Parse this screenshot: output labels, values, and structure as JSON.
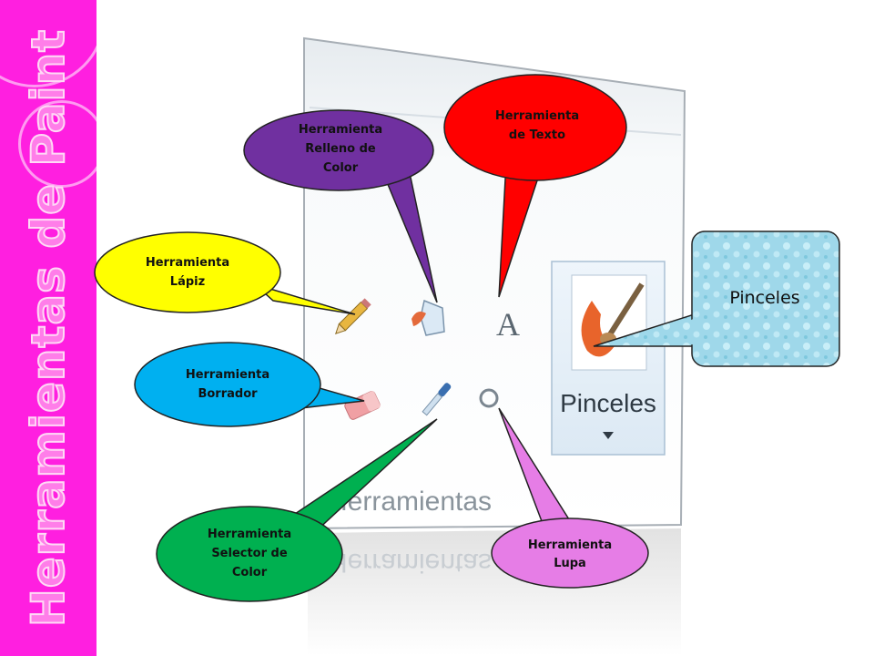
{
  "sidebar": {
    "title": "Herramientas de Paint"
  },
  "ribbon": {
    "group_label": "Herramientas",
    "brushes_label": "Pinceles",
    "text_tool_glyph": "A"
  },
  "callouts": {
    "fill": [
      "Herramienta",
      "Relleno de",
      "Color"
    ],
    "text": [
      "Herramienta",
      "de Texto"
    ],
    "pencil": [
      "Herramienta",
      "Lápiz"
    ],
    "brushes": [
      "Pinceles"
    ],
    "eraser": [
      "Herramienta",
      "Borrador"
    ],
    "color_picker": [
      "Herramienta",
      "Selector de",
      "Color"
    ],
    "magnifier": [
      "Herramienta",
      "Lupa"
    ]
  },
  "icons": [
    "pencil-icon",
    "fill-bucket-icon",
    "text-icon",
    "eraser-icon",
    "color-picker-icon",
    "magnifier-icon",
    "brush-icon",
    "dropdown-arrow-icon"
  ],
  "colors": {
    "sidebar": "#ff1fe0",
    "fill_callout": "#7030a0",
    "text_callout": "#ff0000",
    "pencil_callout": "#ffff00",
    "brushes_callout": "#9fd8ea",
    "eraser_callout": "#00b0f0",
    "color_picker_callout": "#00b050",
    "magnifier_callout": "#e67de6"
  }
}
